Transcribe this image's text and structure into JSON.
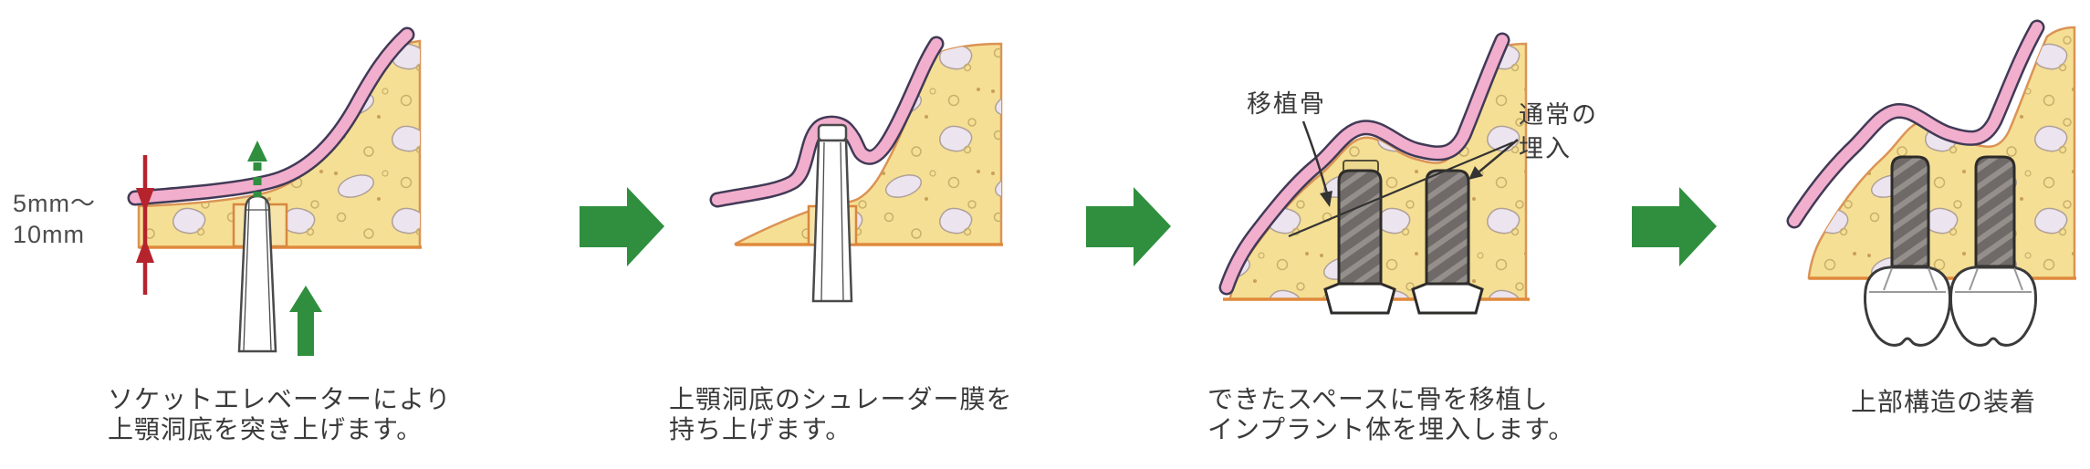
{
  "figure": {
    "description_names": {
      "step1": "socket-elevator-push",
      "step2": "membrane-lift",
      "step3": "graft-and-implant-placement",
      "step4": "superstructure-attached"
    }
  },
  "palette": {
    "green_arrow": "#2F8F3E",
    "red_measure": "#B5232D",
    "bone_fill": "#F5DF94",
    "bone_outline": "#DB9355",
    "bone_bottom_line": "#E08A3C",
    "membrane_pink": "#F2AECD",
    "membrane_outline": "#413A56",
    "implant_gray": "#6F6A67",
    "implant_stripe": "#948F8B",
    "graft_cap": "#ECD88E",
    "text_dark": "#3A3A3A",
    "text_gray": "#4D4D4D"
  },
  "measurement": {
    "line1": "5mm〜",
    "line2": "10mm"
  },
  "steps": [
    {
      "caption_line1": "ソケットエレベーターにより",
      "caption_line2": "上顎洞底を突き上げます。"
    },
    {
      "caption_line1": "上顎洞底のシュレーダー膜を",
      "caption_line2": "持ち上げます。"
    },
    {
      "caption_line1": "できたスペースに骨を移植し",
      "caption_line2": "インプラント体を埋入します。",
      "label_graft": "移植骨",
      "label_normal_line1": "通常の",
      "label_normal_line2": "埋入"
    },
    {
      "caption_line1": "上部構造の装着"
    }
  ]
}
